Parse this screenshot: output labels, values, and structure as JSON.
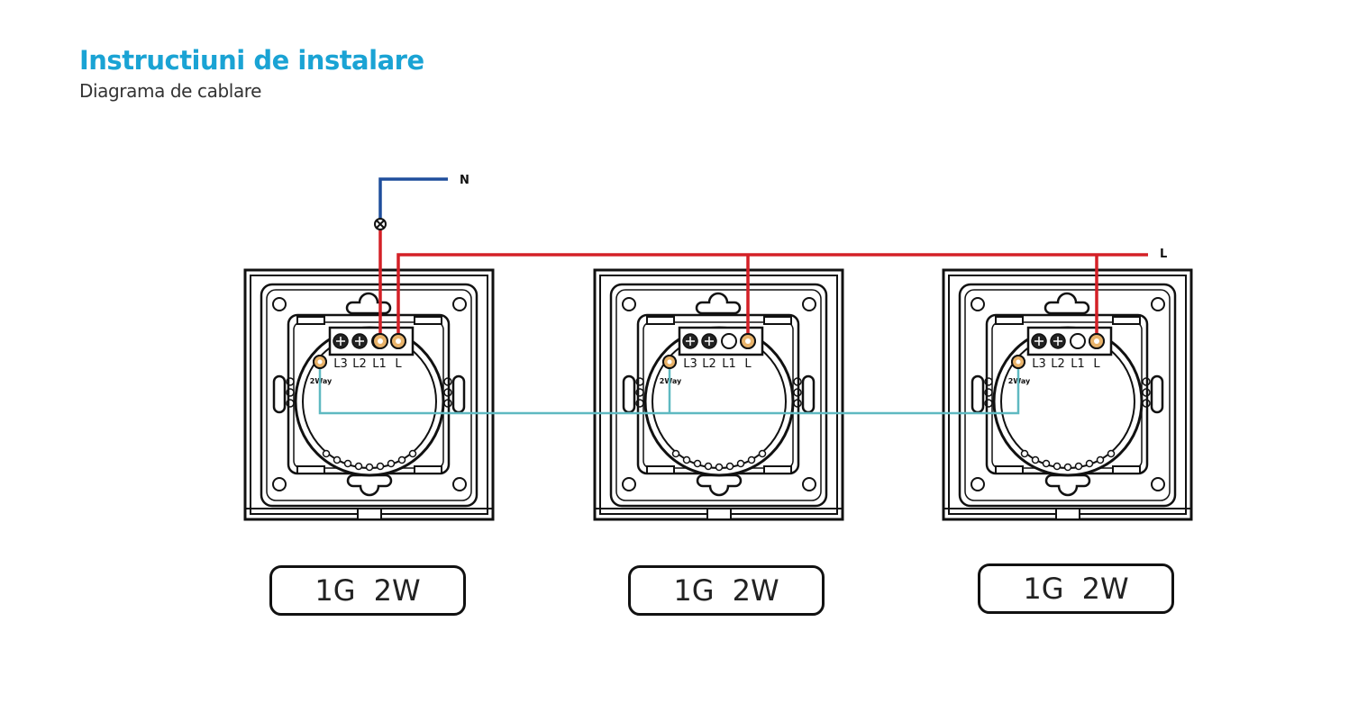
{
  "header": {
    "title": "Instructiuni de instalare",
    "subtitle": "Diagrama de cablare"
  },
  "wire_labels": {
    "neutral": "N",
    "live": "L"
  },
  "wire_colors": {
    "neutral": "#1f4e9c",
    "live": "#d42027",
    "traveler": "#5fb9c1"
  },
  "switches": [
    {
      "terminals": [
        "L3",
        "L2",
        "L1",
        "L"
      ],
      "two_way_label": "2Way",
      "model": "1G  2W"
    },
    {
      "terminals": [
        "L3",
        "L2",
        "L1",
        "L"
      ],
      "two_way_label": "2Way",
      "model": "1G  2W"
    },
    {
      "terminals": [
        "L3",
        "L2",
        "L1",
        "L"
      ],
      "two_way_label": "2Way",
      "model": "1G  2W"
    }
  ]
}
